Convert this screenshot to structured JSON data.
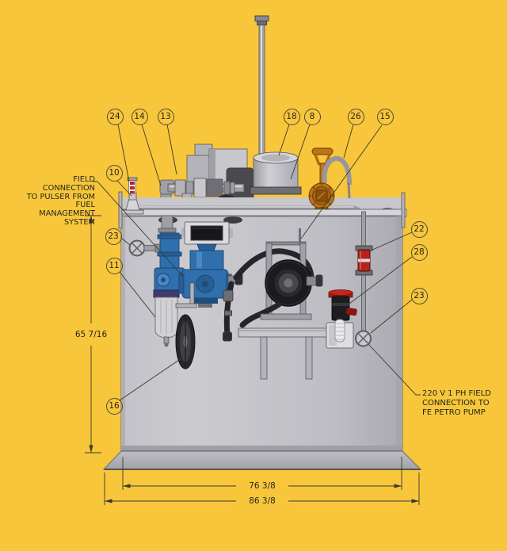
{
  "drawing": {
    "type": "tank-system-elevation"
  },
  "annotations": {
    "pulser_note": "FIELD CONNECTION\nTO PULSER FROM\nFUEL MANAGEMENT\nSYSTEM",
    "pump_power_note": "220 V 1 PH FIELD\nCONNECTION TO\nFE PETRO PUMP"
  },
  "dimensions": {
    "height": "65 7/16",
    "inner_width": "76 3/8",
    "overall_width": "86 3/8"
  },
  "callouts": [
    {
      "label": "24"
    },
    {
      "label": "14"
    },
    {
      "label": "13"
    },
    {
      "label": "18"
    },
    {
      "label": "8"
    },
    {
      "label": "26"
    },
    {
      "label": "15"
    },
    {
      "label": "10"
    },
    {
      "label": "23"
    },
    {
      "label": "11"
    },
    {
      "label": "16"
    },
    {
      "label": "22"
    },
    {
      "label": "28"
    },
    {
      "label": "23"
    }
  ],
  "colors": {
    "background": "#F8C63A",
    "line": "#3A3A30",
    "meter_blue": "#2F6FAE",
    "pump_orange": "#BD7418",
    "accent_red": "#C1271E",
    "hose_black": "#26262A",
    "tank_gray": "#C4C4C9"
  }
}
